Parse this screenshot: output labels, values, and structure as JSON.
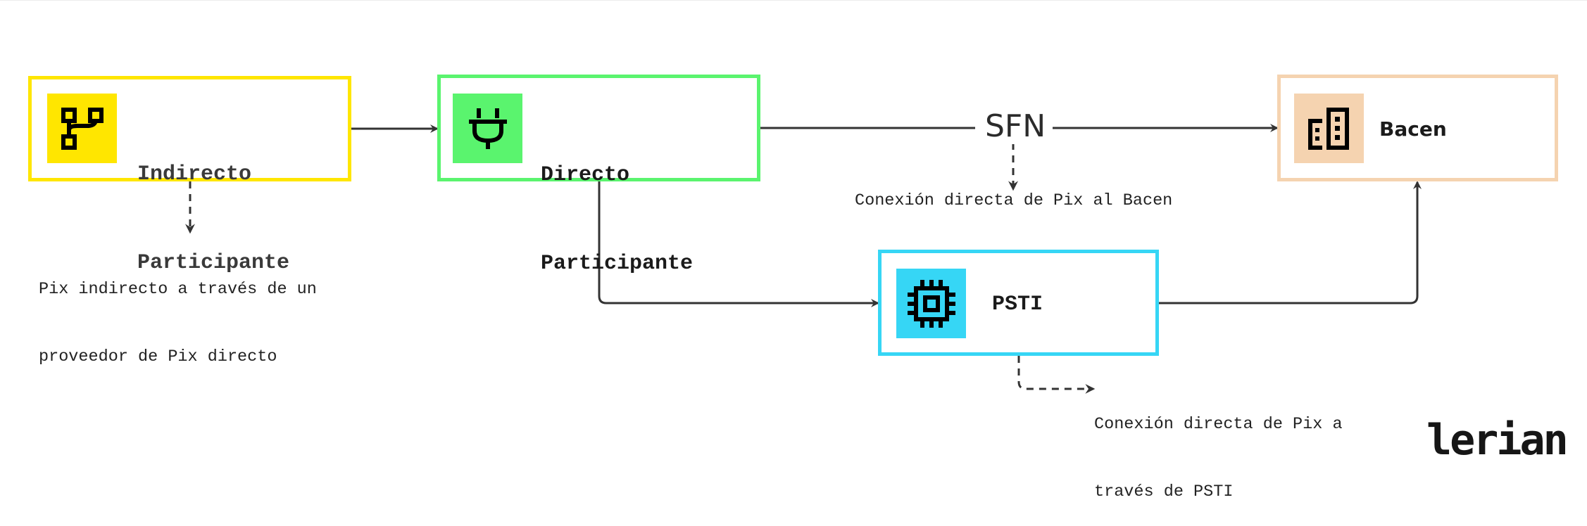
{
  "nodes": {
    "indirect": {
      "line1": "Indirecto",
      "line2": "Participante",
      "icon": "branch-icon",
      "color": "#FFE600"
    },
    "direct": {
      "line1": "Directo",
      "line2": "Participante",
      "icon": "plug-icon",
      "color": "#5AF46E"
    },
    "bacen": {
      "label": "Bacen",
      "icon": "buildings-icon",
      "color": "#F5D3B0"
    },
    "psti": {
      "label": "PSTI",
      "icon": "chip-icon",
      "color": "#36D6F5"
    }
  },
  "edges": {
    "sfn_label": "SFN"
  },
  "notes": {
    "indirect_line1": "Pix indirecto a través de un",
    "indirect_line2": "proveedor de Pix directo",
    "sfn": "Conexión directa de Pix al Bacen",
    "psti_line1": "Conexión directa de Pix a",
    "psti_line2": "través de PSTI"
  },
  "brand": {
    "logo": "lerian"
  },
  "colors": {
    "line": "#333333"
  }
}
